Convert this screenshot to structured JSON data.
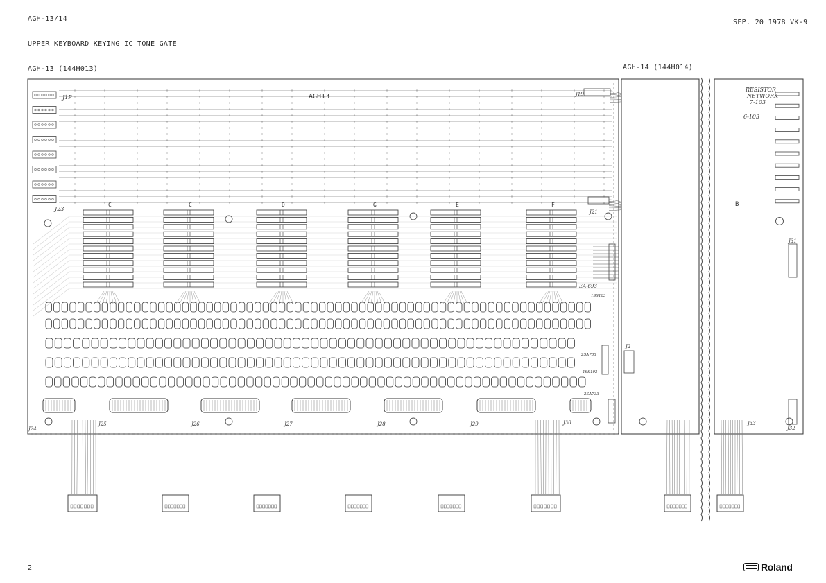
{
  "header": {
    "doc_code": "AGH-13/14",
    "date_ref": "SEP. 20 1978 VK-9",
    "title": "UPPER KEYBOARD KEYING IC TONE GATE",
    "board_left_label": "AGH-13 (144H013)",
    "board_right_label": "AGH-14 (144H014)"
  },
  "board_left": {
    "name": "AGH13",
    "note_letters": [
      "C",
      "C",
      "D",
      "G",
      "E",
      "F"
    ],
    "labels": {
      "j1": "J1P",
      "j23": "J23",
      "j19": "J19",
      "j21": "J21",
      "j24": "J24",
      "j25": "J25",
      "j26": "J26",
      "j27": "J27",
      "j28": "J28",
      "j29": "J29",
      "j30": "J30",
      "ea": "EA-693",
      "tr1": "2SA733",
      "tr2": "2SA733",
      "d1": "1SS103",
      "d2": "1SS103"
    }
  },
  "board_right": {
    "note": "RESISTOR",
    "note2": "NETWORK",
    "note3": "7-103",
    "note4": "6-103",
    "mark": "B",
    "labels": {
      "j31": "J31",
      "j2": "J2",
      "j32": "J32",
      "j33": "J33"
    }
  },
  "page_number": "2",
  "logo_text": "Roland"
}
